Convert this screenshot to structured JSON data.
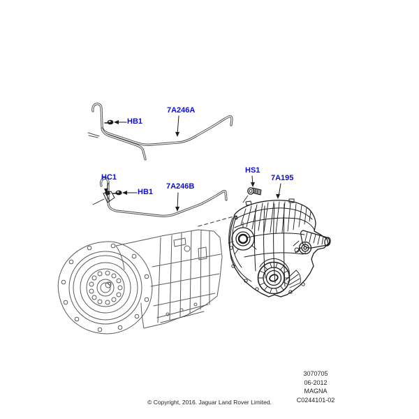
{
  "diagram": {
    "callouts": [
      {
        "id": "hb1-top",
        "label": "HB1"
      },
      {
        "id": "7a246a",
        "label": "7A246A"
      },
      {
        "id": "hc1",
        "label": "HC1"
      },
      {
        "id": "hb1-bottom",
        "label": "HB1"
      },
      {
        "id": "7a246b",
        "label": "7A246B"
      },
      {
        "id": "hs1",
        "label": "HS1"
      },
      {
        "id": "7a195",
        "label": "7A195"
      }
    ]
  },
  "reference_block": {
    "lines": [
      "3070705",
      "06-2012",
      "MAGNA",
      "C0244101-02"
    ]
  },
  "footer": {
    "copyright": "© Copyright, 2016. Jaguar Land Rover Limited."
  },
  "colors": {
    "callout_blue": "#0d0dd0",
    "line_dark": "#1c1c1c",
    "line_light": "#5a5a5a",
    "background": "#ffffff"
  }
}
